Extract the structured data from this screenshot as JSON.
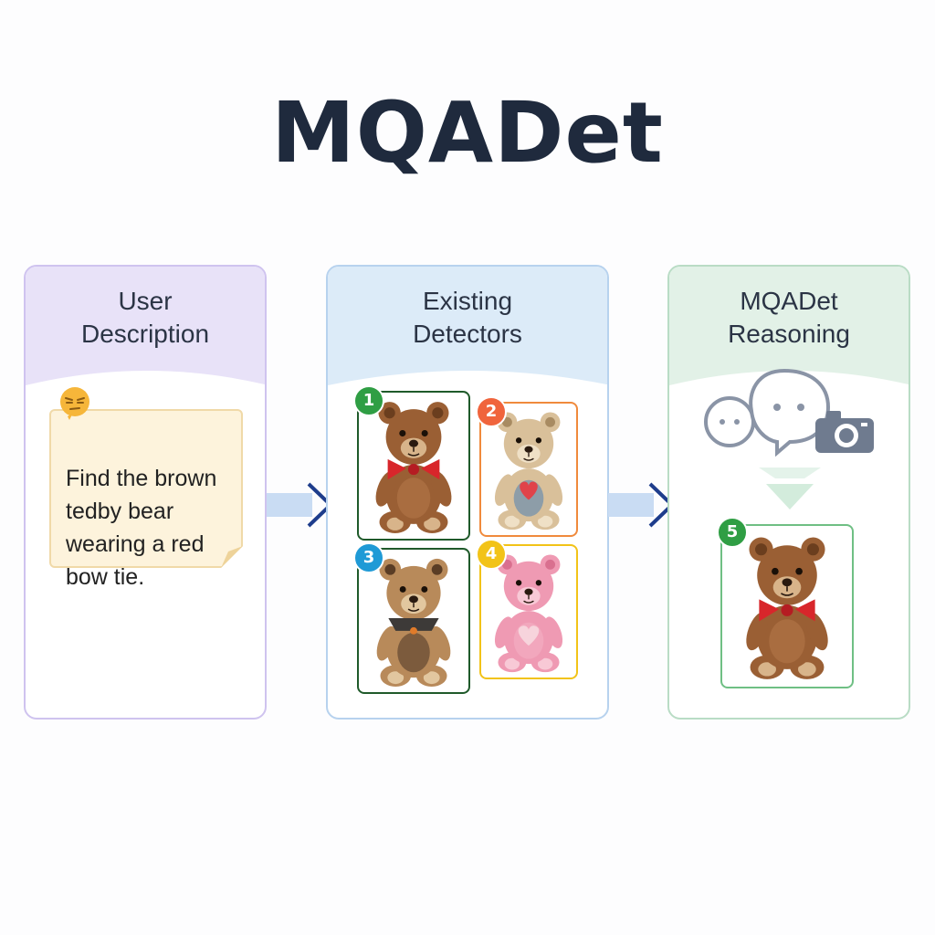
{
  "title": "MQADet",
  "panels": [
    {
      "title": "User\nDescription"
    },
    {
      "title": "Existing\nDetectors"
    },
    {
      "title": "MQADet\nReasoning"
    }
  ],
  "user_query": "Find the brown\ntedby bear\nwearing a red\nbow tie.",
  "candidates": [
    {
      "label": "1",
      "bear": "brown-red-bow",
      "border_color": "#1f5a2a",
      "badge_color": "#2f9e44"
    },
    {
      "label": "2",
      "bear": "beige-patchwork",
      "border_color": "#f08a3c",
      "badge_color": "#f0643c"
    },
    {
      "label": "3",
      "bear": "brown-dark-collar",
      "border_color": "#1f5a2a",
      "badge_color": "#1f9ad6"
    },
    {
      "label": "4",
      "bear": "pink-heart",
      "border_color": "#f2c318",
      "badge_color": "#f2c318"
    }
  ],
  "result": {
    "label": "5",
    "bear": "brown-red-bow",
    "border_color": "#6fbf84",
    "badge_color": "#2f9e44"
  },
  "colors": {
    "title": "#1f2a3d",
    "arrow": "#1e3d8c",
    "arrow_tail": "#c9dcf3"
  },
  "icons": [
    "thinking-emoji-icon",
    "chat-bubbles-icon",
    "camera-icon",
    "down-arrow-icon"
  ]
}
